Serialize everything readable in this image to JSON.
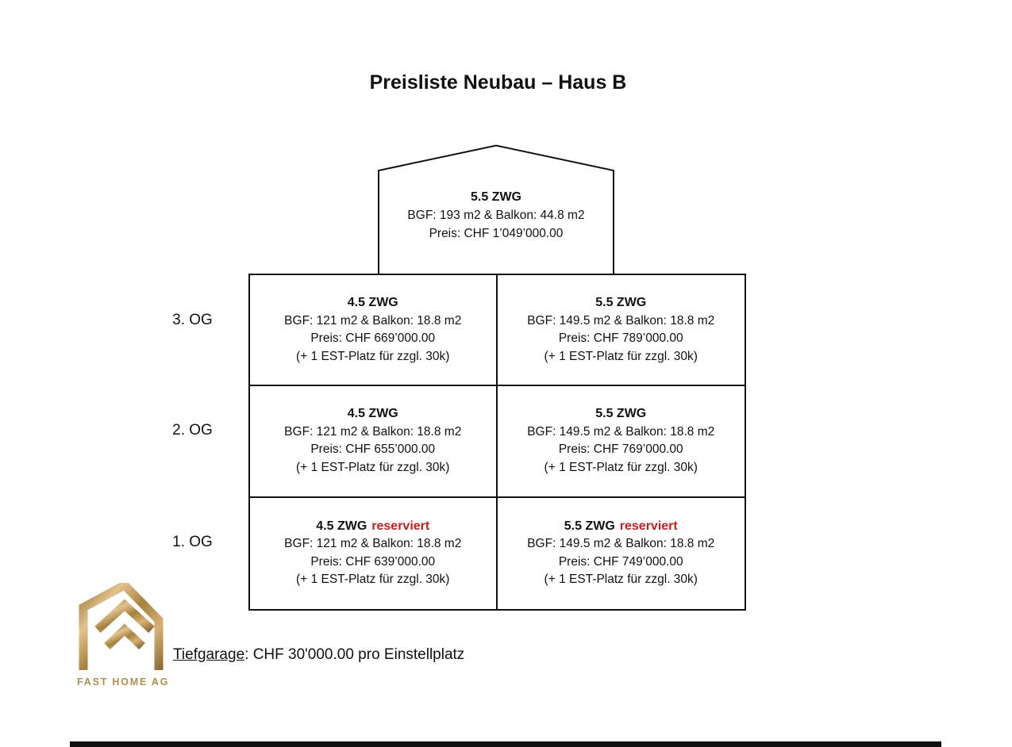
{
  "title": "Preisliste Neubau – Haus B",
  "attic": {
    "unit": "5.5 ZWG",
    "bgf": "BGF: 193 m2 & Balkon: 44.8 m2",
    "price": "Preis: CHF 1’049’000.00"
  },
  "floors": [
    {
      "label": "3. OG",
      "left": {
        "unit": "4.5 ZWG",
        "reserved": "",
        "bgf": "BGF: 121 m2 & Balkon: 18.8 m2",
        "price": "Preis: CHF 669’000.00",
        "extra": "(+ 1 EST-Platz für zzgl. 30k)"
      },
      "right": {
        "unit": "5.5 ZWG",
        "reserved": "",
        "bgf": "BGF: 149.5 m2 & Balkon: 18.8 m2",
        "price": "Preis: CHF 789’000.00",
        "extra": "(+ 1 EST-Platz für zzgl. 30k)"
      }
    },
    {
      "label": "2. OG",
      "left": {
        "unit": "4.5 ZWG",
        "reserved": "",
        "bgf": "BGF: 121 m2 & Balkon: 18.8 m2",
        "price": "Preis: CHF 655’000.00",
        "extra": "(+ 1 EST-Platz für zzgl. 30k)"
      },
      "right": {
        "unit": "5.5 ZWG",
        "reserved": "",
        "bgf": "BGF: 149.5 m2 & Balkon: 18.8 m2",
        "price": "Preis: CHF 769’000.00",
        "extra": "(+ 1 EST-Platz für zzgl. 30k)"
      }
    },
    {
      "label": "1. OG",
      "left": {
        "unit": "4.5 ZWG",
        "reserved": "reserviert",
        "bgf": "BGF: 121 m2 & Balkon: 18.8 m2",
        "price": "Preis: CHF 639’000.00",
        "extra": "(+ 1 EST-Platz für zzgl. 30k)"
      },
      "right": {
        "unit": "5.5 ZWG",
        "reserved": "reserviert",
        "bgf": "BGF: 149.5 m2 & Balkon: 18.8 m2",
        "price": "Preis: CHF 749’000.00",
        "extra": "(+ 1 EST-Platz für zzgl. 30k)"
      }
    }
  ],
  "garage": {
    "label": "Tiefgarage",
    "details": ": CHF 30'000.00 pro Einstellplatz"
  },
  "logo": {
    "wordmark": "FAST HOME AG",
    "icon": "gold-house-fh-monogram"
  },
  "colors": {
    "reserved_red": "#c02020",
    "line_black": "#111111",
    "gold_dark": "#8e6d36",
    "gold_light": "#e3c38c",
    "wordmark_gold": "#b28e4c"
  }
}
